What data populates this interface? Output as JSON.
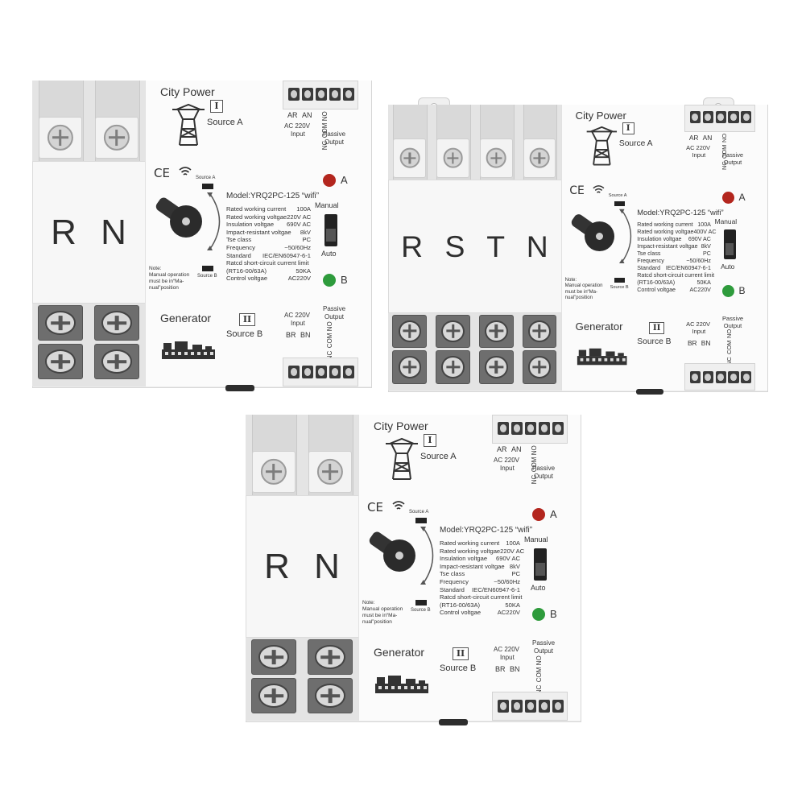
{
  "units": [
    {
      "phases": "R N",
      "city_power": "City Power",
      "source_a": "Source A",
      "generator": "Generator",
      "source_b": "Source B",
      "roman_a": "I",
      "roman_b": "II",
      "top_terminals": {
        "ar": "AR",
        "an": "AN",
        "ac": "AC 220V",
        "input": "Input",
        "nc": "NC",
        "com": "COM",
        "no": "NO",
        "passive": "Passive",
        "output": "Output"
      },
      "bottom_terminals": {
        "ac": "AC 220V",
        "input": "Input",
        "br": "BR",
        "bn": "BN",
        "nc": "NC",
        "com": "COM",
        "no": "NO",
        "passive": "Passive",
        "output": "Output"
      },
      "ce": "CE",
      "indicator_source_a": "Source A",
      "indicator_source_b": "Source B",
      "led_a": "A",
      "led_b": "B",
      "manual": "Manual",
      "auto": "Auto",
      "model": "Model:YRQ2PC-125  “wifi”",
      "note_title": "Note:",
      "note_line1": "Manual operation",
      "note_line2": "must be in“Ma-",
      "note_line3": "nual”position",
      "specs": [
        {
          "k": "Rated working current",
          "v": "100A"
        },
        {
          "k": "Rated working voltgae",
          "v": "220V AC"
        },
        {
          "k": "Insulation voltgae",
          "v": "690V AC"
        },
        {
          "k": "Impact-resistant voltgae",
          "v": "8kV"
        },
        {
          "k": "Tse class",
          "v": "PC"
        },
        {
          "k": "Frequency",
          "v": "~50/60Hz"
        },
        {
          "k": "Standard",
          "v": "IEC/EN60947-6-1"
        },
        {
          "k": "Ratcd short-circuit current limit",
          "v": ""
        },
        {
          "k": "(RT16-00/63A)",
          "v": "50KA"
        },
        {
          "k": "Control voltgae",
          "v": "AC220V"
        }
      ]
    },
    {
      "phases": "R S T N",
      "city_power": "City Power",
      "source_a": "Source A",
      "generator": "Generator",
      "source_b": "Source B",
      "roman_a": "I",
      "roman_b": "II",
      "top_terminals": {
        "ar": "AR",
        "an": "AN",
        "ac": "AC 220V",
        "input": "Input",
        "nc": "NC",
        "com": "COM",
        "no": "NO",
        "passive": "Passive",
        "output": "Output"
      },
      "bottom_terminals": {
        "ac": "AC 220V",
        "input": "Input",
        "br": "BR",
        "bn": "BN",
        "nc": "NC",
        "com": "COM",
        "no": "NO",
        "passive": "Passive",
        "output": "Output"
      },
      "ce": "CE",
      "indicator_source_a": "Source A",
      "indicator_source_b": "Source B",
      "led_a": "A",
      "led_b": "B",
      "manual": "Manual",
      "auto": "Auto",
      "model": "Model:YRQ2PC-125  “wifi”",
      "note_title": "Note:",
      "note_line1": "Manual operation",
      "note_line2": "must be in“Ma-",
      "note_line3": "nual”position",
      "specs": [
        {
          "k": "Rated working current",
          "v": "100A"
        },
        {
          "k": "Rated working voltgae",
          "v": "400V AC"
        },
        {
          "k": "Insulation voltgae",
          "v": "690V AC"
        },
        {
          "k": "Impact-resistant voltgae",
          "v": "8kV"
        },
        {
          "k": "Tse class",
          "v": "PC"
        },
        {
          "k": "Frequency",
          "v": "~50/60Hz"
        },
        {
          "k": "Standard",
          "v": "IEC/EN60947-6-1"
        },
        {
          "k": "Ratcd short-circuit current limit",
          "v": ""
        },
        {
          "k": "(RT16-00/63A)",
          "v": "50KA"
        },
        {
          "k": "Control voltgae",
          "v": "AC220V"
        }
      ]
    },
    {
      "phases": "R N",
      "city_power": "City Power",
      "source_a": "Source A",
      "generator": "Generator",
      "source_b": "Source B",
      "roman_a": "I",
      "roman_b": "II",
      "top_terminals": {
        "ar": "AR",
        "an": "AN",
        "ac": "AC 220V",
        "input": "Input",
        "nc": "NC",
        "com": "COM",
        "no": "NO",
        "passive": "Passive",
        "output": "Output"
      },
      "bottom_terminals": {
        "ac": "AC 220V",
        "input": "Input",
        "br": "BR",
        "bn": "BN",
        "nc": "NC",
        "com": "COM",
        "no": "NO",
        "passive": "Passive",
        "output": "Output"
      },
      "ce": "CE",
      "indicator_source_a": "Source A",
      "indicator_source_b": "Source B",
      "led_a": "A",
      "led_b": "B",
      "manual": "Manual",
      "auto": "Auto",
      "model": "Model:YRQ2PC-125  “wifi”",
      "note_title": "Note:",
      "note_line1": "Manual operation",
      "note_line2": "must be in“Ma-",
      "note_line3": "nual”position",
      "specs": [
        {
          "k": "Rated working current",
          "v": "100A"
        },
        {
          "k": "Rated working voltgae",
          "v": "220V AC"
        },
        {
          "k": "Insulation voltgae",
          "v": "690V AC"
        },
        {
          "k": "Impact-resistant voltgae",
          "v": "8kV"
        },
        {
          "k": "Tse class",
          "v": "PC"
        },
        {
          "k": "Frequency",
          "v": "~50/60Hz"
        },
        {
          "k": "Standard",
          "v": "IEC/EN60947-6-1"
        },
        {
          "k": "Ratcd short-circuit current limit",
          "v": ""
        },
        {
          "k": "(RT16-00/63A)",
          "v": "50KA"
        },
        {
          "k": "Control voltgae",
          "v": "AC220V"
        }
      ]
    }
  ],
  "colors": {
    "led_a": "#b3261e",
    "led_b": "#2e9b3c",
    "knob": "#2b2b2b",
    "housing": "#ececec"
  }
}
